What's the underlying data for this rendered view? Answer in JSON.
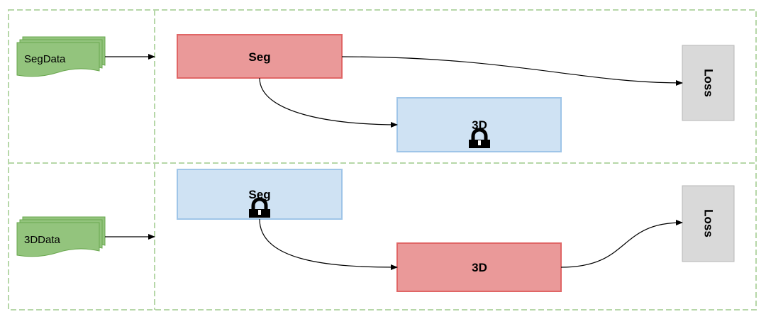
{
  "colors": {
    "trainable_fill": "#ea9999",
    "trainable_stroke": "#e06666",
    "frozen_fill": "#cfe2f3",
    "frozen_stroke": "#9fc5e8",
    "loss_fill": "#d9d9d9",
    "loss_stroke": "#b7b7b7",
    "data_fill": "#93c47d",
    "data_stroke": "#6aa84f",
    "dashed_border": "#b6d7a8",
    "lock": "#000000",
    "arrow": "#000000"
  },
  "icons": {
    "frozen_marker": "lock-icon",
    "data_marker": "stacked-documents-icon"
  },
  "top_row": {
    "data_label": "SegData",
    "trainable_label": "Seg",
    "frozen_label": "3D",
    "loss_label": "Loss"
  },
  "bottom_row": {
    "data_label": "3DData",
    "frozen_label": "Seg",
    "trainable_label": "3D",
    "loss_label": "Loss"
  }
}
